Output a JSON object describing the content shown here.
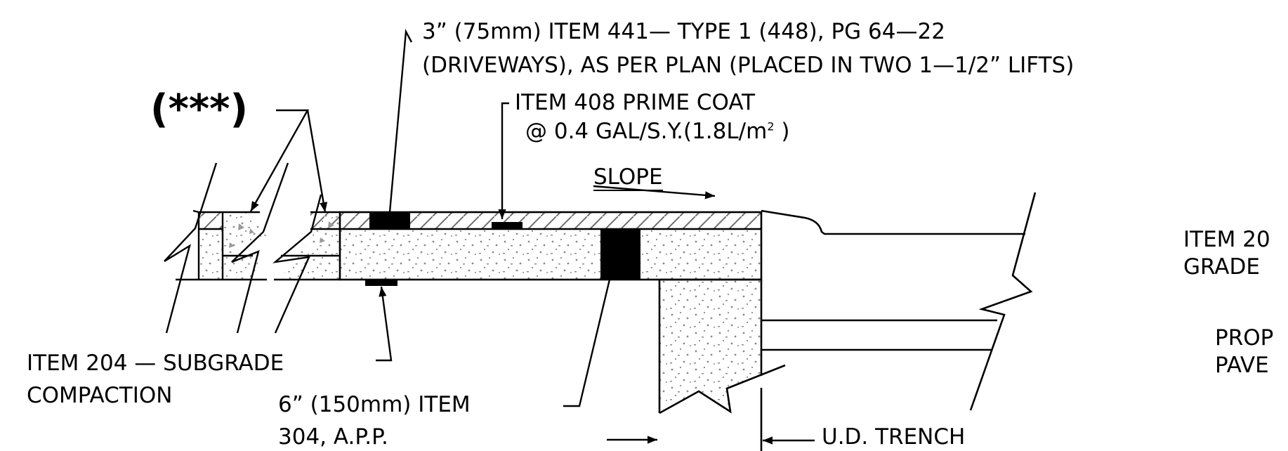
{
  "colors": {
    "ink": "#000000",
    "paper": "#ffffff",
    "stipple": "#8a8a8a"
  },
  "labels": {
    "asphalt_line1": "3” (75mm) ITEM 441— TYPE 1 (448), PG 64—22",
    "asphalt_line2": "(DRIVEWAYS), AS PER PLAN (PLACED IN TWO 1—1/2” LIFTS)",
    "prime_line1": "ITEM 408 PRIME COAT",
    "prime_line2_pre": "@ 0.4 GAL/S.Y.(1.8L/m",
    "prime_sup": "2",
    "prime_line2_post": " )",
    "slope": "SLOPE",
    "asterisks": "(***)",
    "subgrade_line1": "ITEM 204 — SUBGRADE",
    "subgrade_line2": "COMPACTION",
    "base_line1": "6” (150mm) ITEM",
    "base_line2": "304, A.P.P.",
    "trench": "U.D. TRENCH",
    "right_item_line1": "ITEM 20",
    "right_item_line2": "GRADE",
    "right_prop_line1": "PROP",
    "right_prop_line2": "PAVE"
  }
}
